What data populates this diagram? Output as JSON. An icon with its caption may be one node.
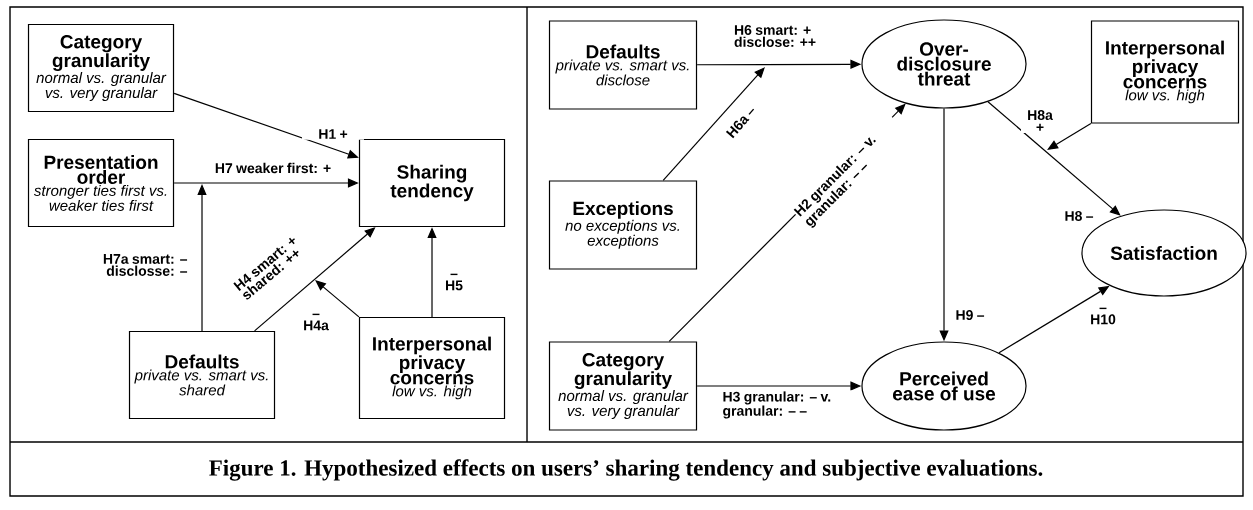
{
  "diagram": {
    "caption": "Figure 1. Hypothesized effects on users’ sharing tendency and subjective evaluations.",
    "nodes": [
      {
        "text": [
          "Category granularity",
          "normal vs. granular vs. very granular"
        ]
      },
      {
        "text": [
          "Presentation order",
          "stronger ties first vs. weaker ties first"
        ]
      },
      {
        "text": [
          "Sharing tendency"
        ]
      },
      {
        "text": [
          "Defaults",
          "private vs. smart vs. shared"
        ]
      },
      {
        "text": [
          "Interpersonal privacy concerns",
          "low vs. high"
        ]
      },
      {
        "text": [
          "Defaults",
          "private vs. smart vs. disclose"
        ]
      },
      {
        "text": [
          "Over- disclosure threat"
        ]
      },
      {
        "text": [
          "Interpersonal privacy concerns",
          "low vs. high"
        ]
      },
      {
        "text": [
          "Exceptions",
          "no exceptions vs. exceptions"
        ]
      },
      {
        "text": [
          "Satisfaction"
        ]
      },
      {
        "text": [
          "Category granularity",
          "normal vs. granular vs. very granular"
        ]
      },
      {
        "text": [
          "Perceived ease of use"
        ]
      }
    ],
    "edges": [
      {
        "from": 0,
        "to": 2,
        "arrow": "to",
        "label": "H1 +"
      },
      {
        "from": 1,
        "to": 2,
        "arrow": "to",
        "label": "H7 weaker first: +"
      },
      {
        "from": 3,
        "to": null,
        "arrow": "to",
        "label": "H7a smart: – disclosse: –"
      },
      {
        "from": 3,
        "to": 2,
        "arrow": "to",
        "label": "H4 smart: + shared: ++"
      },
      {
        "from": 4,
        "to": null,
        "arrow": "to",
        "label": "– H4a"
      },
      {
        "from": 4,
        "to": 2,
        "arrow": "to",
        "label": "– H5"
      },
      {
        "from": 5,
        "to": 6,
        "arrow": "to",
        "label": "H6 smart: + disclose: ++"
      },
      {
        "from": 8,
        "to": null,
        "arrow": "to",
        "label": "H6a –"
      },
      {
        "from": 10,
        "to": 6,
        "arrow": "to",
        "label": "H2 granular: – v. granular: – –"
      },
      {
        "from": 6,
        "to": 9,
        "arrow": "to",
        "label": "H8 –"
      },
      {
        "from": 7,
        "to": null,
        "arrow": "to",
        "label": "H8a +"
      },
      {
        "from": 6,
        "to": 11,
        "arrow": "to",
        "label": "H9 –"
      },
      {
        "from": 10,
        "to": 11,
        "arrow": "to",
        "label": "H3 granular: – v. granular: – –"
      },
      {
        "from": 11,
        "to": 9,
        "arrow": "to",
        "label": "– H10"
      }
    ]
  }
}
